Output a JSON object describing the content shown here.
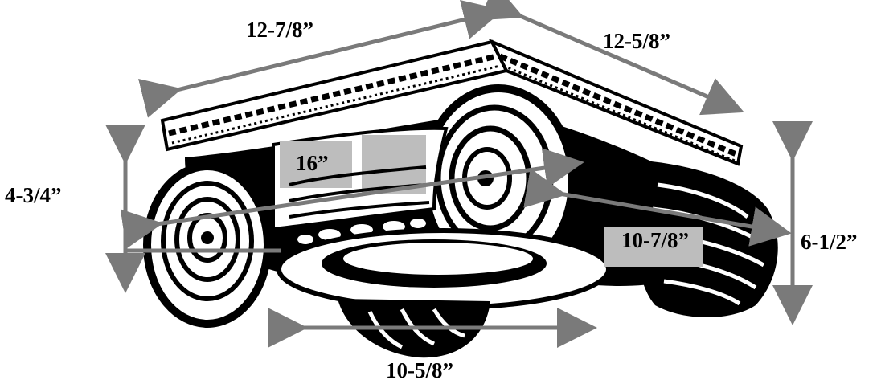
{
  "diagram": {
    "subject_icon": "ionic-capital-icon",
    "colors": {
      "ink": "#000000",
      "arrow": "#7a7a7a",
      "highlight": "#bdbdbd",
      "paper": "#ffffff"
    },
    "dimensions": {
      "top_left_edge": "12-7/8”",
      "top_right_edge": "12-5/8”",
      "scroll_diagonal": "16”",
      "left_height": "4-3/4”",
      "right_diagonal": "10-7/8”",
      "right_height": "6-1/2”",
      "bottom_width": "10-5/8”"
    }
  }
}
